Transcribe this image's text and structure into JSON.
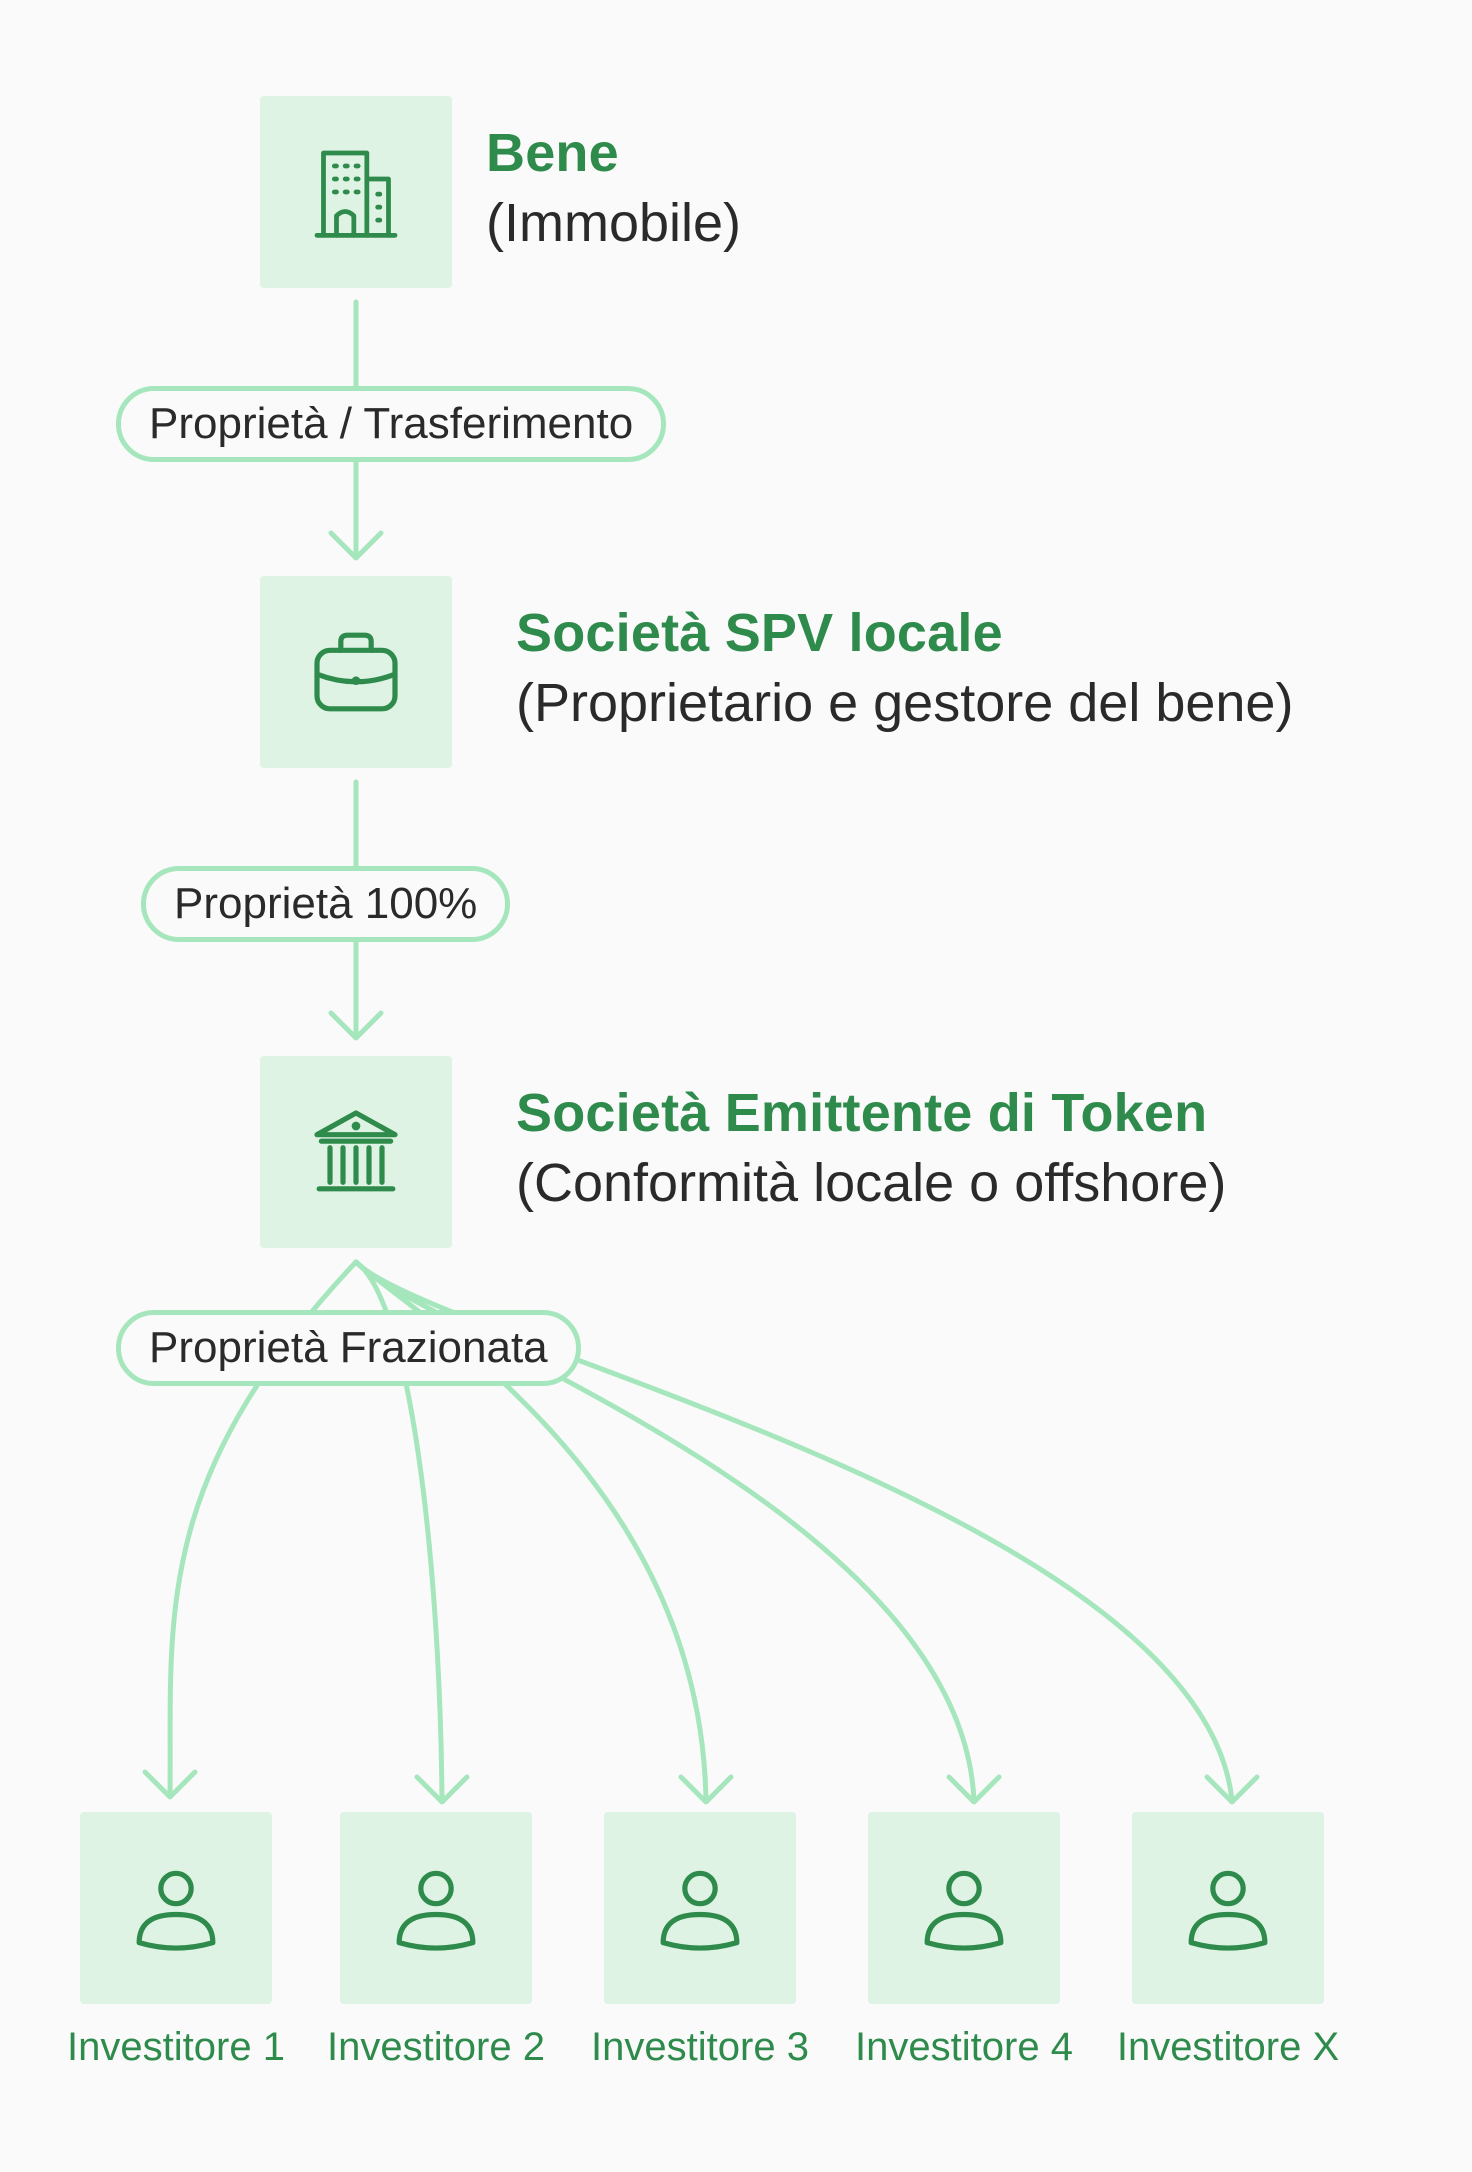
{
  "colors": {
    "accent": "#2e8b4c",
    "box_fill": "#dff3e5",
    "connector": "#a6e6bd",
    "text": "#2a2a2a",
    "background": "#fafafa"
  },
  "nodes": {
    "asset": {
      "title": "Bene",
      "subtitle": "(Immobile)",
      "icon": "building-icon"
    },
    "spv": {
      "title": "Società SPV locale",
      "subtitle": "(Proprietario e gestore del bene)",
      "icon": "briefcase-icon"
    },
    "issuer": {
      "title": "Società Emittente di Token",
      "subtitle": "(Conformità locale o offshore)",
      "icon": "bank-icon"
    }
  },
  "edges": {
    "asset_to_spv": "Proprietà / Trasferimento",
    "spv_to_issuer": "Proprietà 100%",
    "issuer_to_investors": "Proprietà Frazionata"
  },
  "investors": [
    {
      "label": "Investitore 1",
      "icon": "user-icon"
    },
    {
      "label": "Investitore 2",
      "icon": "user-icon"
    },
    {
      "label": "Investitore 3",
      "icon": "user-icon"
    },
    {
      "label": "Investitore 4",
      "icon": "user-icon"
    },
    {
      "label": "Investitore X",
      "icon": "user-icon"
    }
  ]
}
